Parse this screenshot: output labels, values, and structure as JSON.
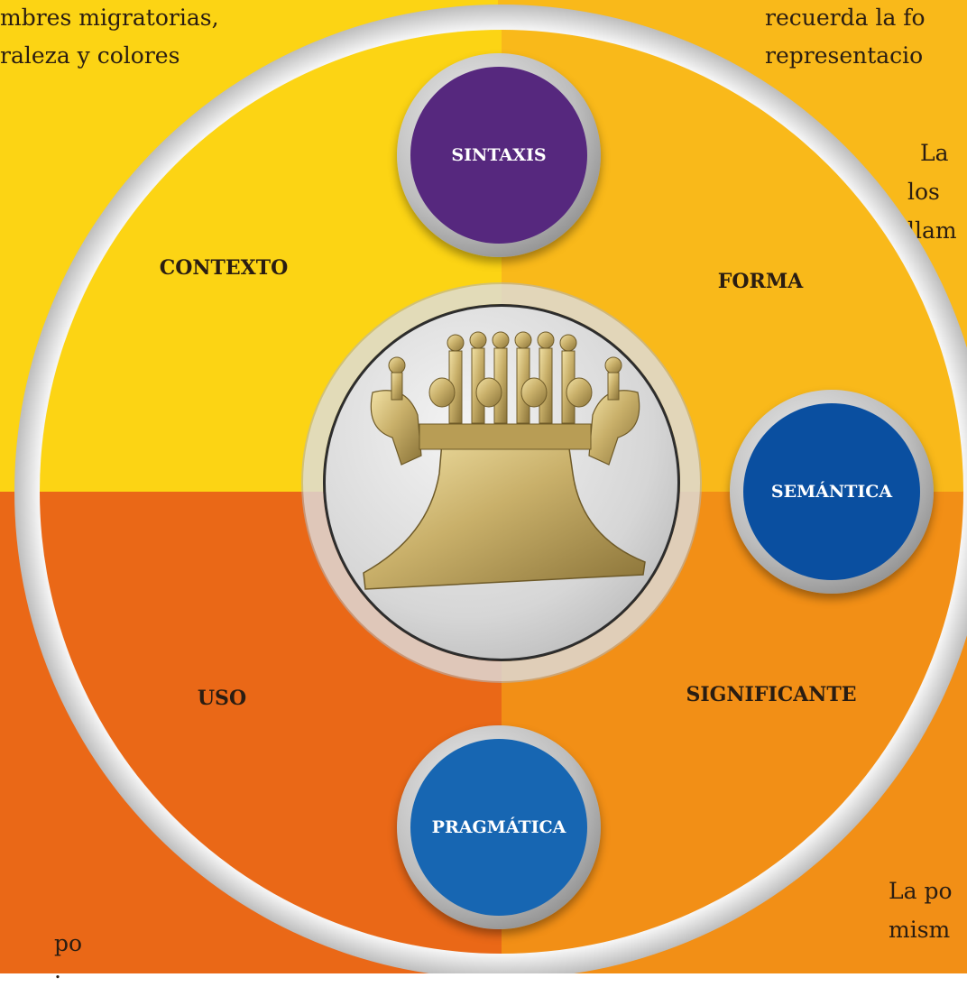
{
  "background_text": {
    "top_left_line1": "mbres migratorias,",
    "top_left_line2": "raleza y colores",
    "top_right_line1": "recuerda la fo",
    "top_right_line2": "representacio",
    "mid_right_line1": "La",
    "mid_right_line2": "los",
    "mid_right_line3": "llam",
    "bottom_right_line1": "La po",
    "bottom_right_line2": "mism",
    "bottom_left_line1": "po",
    "bottom_left_line2": "."
  },
  "quadrants": {
    "contexto": "CONTEXTO",
    "forma": "FORMA",
    "uso": "USO",
    "significante": "SIGNIFICANTE"
  },
  "nodes": {
    "sintaxis": "SINTAXIS",
    "semantica": "SEMÁNTICA",
    "pragmatica": "PRAGMÁTICA"
  },
  "colors": {
    "quadrant_top_left": "#FCD414",
    "quadrant_top_right": "#F9B91A",
    "quadrant_bottom_left": "#EA6817",
    "quadrant_bottom_right": "#F28F16",
    "sintaxis": "#56287E",
    "semantica": "#0A4FA0",
    "pragmatica": "#1766B2"
  },
  "center_image_icon": "gold-ceremonial-crown-icon"
}
